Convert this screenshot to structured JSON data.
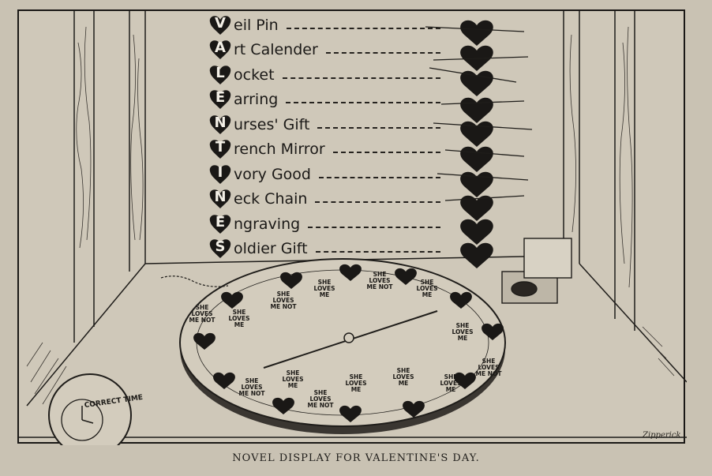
{
  "caption": "NOVEL DISPLAY FOR VALENTINE'S DAY.",
  "list": [
    {
      "capital": "V",
      "rest": "eil Pin"
    },
    {
      "capital": "A",
      "rest": "rt Calender"
    },
    {
      "capital": "L",
      "rest": "ocket"
    },
    {
      "capital": "E",
      "rest": "arring"
    },
    {
      "capital": "N",
      "rest": "urses' Gift"
    },
    {
      "capital": "T",
      "rest": "rench Mirror"
    },
    {
      "capital": "I",
      "rest": "vory Good"
    },
    {
      "capital": "N",
      "rest": "eck Chain"
    },
    {
      "capital": "E",
      "rest": "ngraving"
    },
    {
      "capital": "S",
      "rest": "oldier Gift"
    }
  ],
  "dial": {
    "she_loves_me": "SHE LOVES ME",
    "she_loves_me_not": "SHE LOVES ME NOT"
  },
  "clock_label": "CORRECT TIME",
  "signature": "Zipperick",
  "colors": {
    "paper": "#c9c2b3",
    "ink": "#1a1816"
  }
}
